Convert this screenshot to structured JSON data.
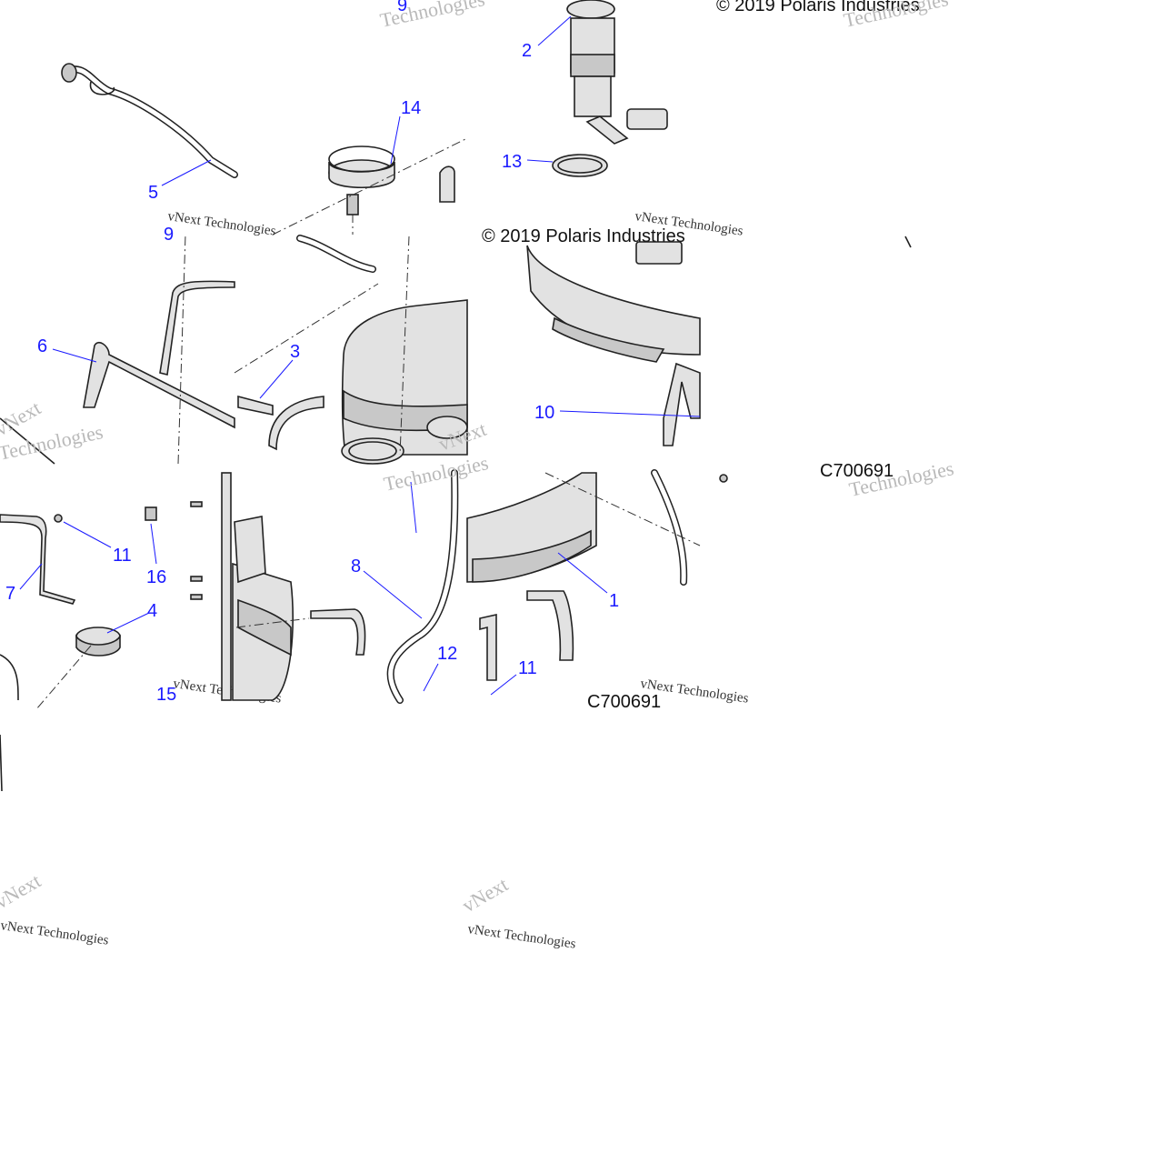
{
  "copyright_top": "© 2019 Polaris Industries",
  "copyright_mid": "© 2019 Polaris Industries",
  "figure_code_a": "C700691",
  "figure_code_b": "C700691",
  "watermark": {
    "line1": "vNext",
    "line2": "Technologies",
    "small": "vNext Technologies"
  },
  "callouts": {
    "c1": "1",
    "c2": "2",
    "c3": "3",
    "c4": "4",
    "c5": "5",
    "c6": "6",
    "c7": "7",
    "c8": "8",
    "c9": "9",
    "c10": "10",
    "c11a": "11",
    "c11b": "11",
    "c12": "12",
    "c13": "13",
    "c14": "14",
    "c15": "15",
    "c16": "16"
  },
  "colors": {
    "callout": "#1a1aff",
    "part_fill": "#e2e2e2",
    "watermark": "#b9b9b9"
  }
}
